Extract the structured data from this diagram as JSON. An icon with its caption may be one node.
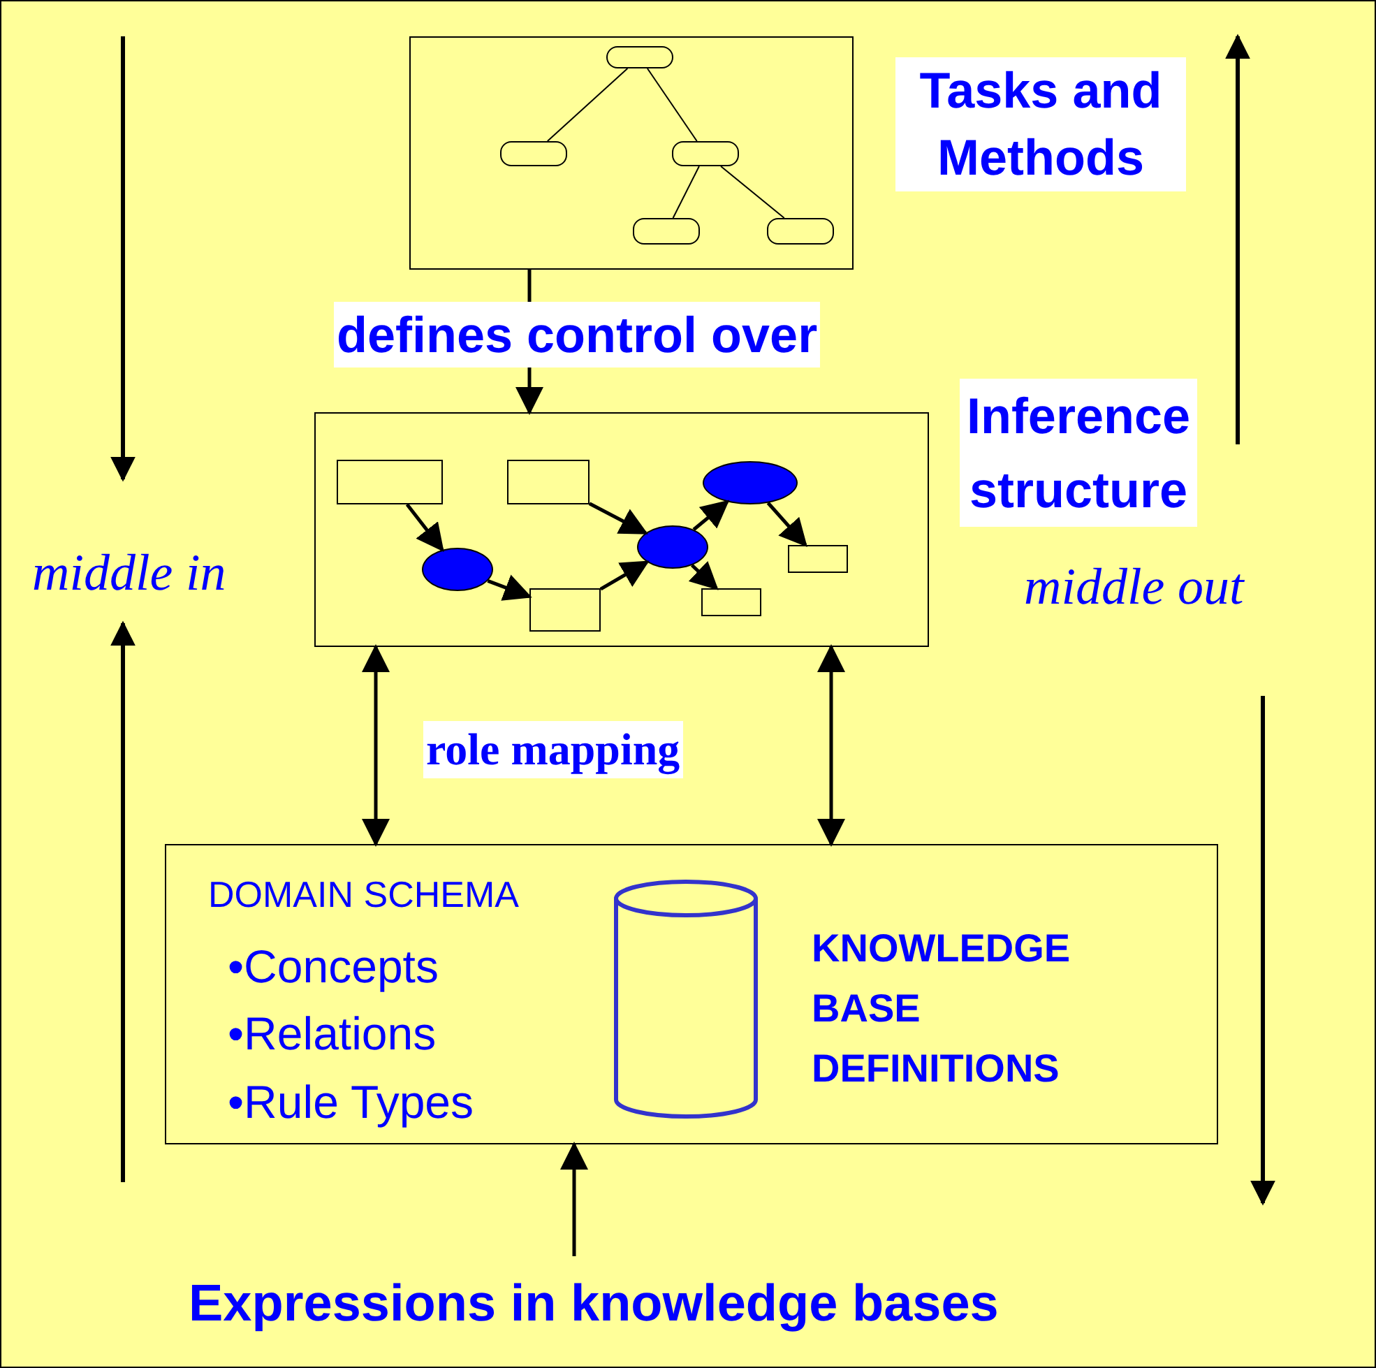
{
  "diagram": {
    "nodes": [
      {
        "text": [],
        "shape": "box"
      },
      {
        "text": [],
        "shape": "box",
        "in": 0
      },
      {
        "text": [],
        "shape": "box",
        "in": 0
      },
      {
        "text": [],
        "shape": "box",
        "in": 0
      },
      {
        "text": [],
        "shape": "box",
        "in": 0
      },
      {
        "text": [],
        "shape": "box",
        "in": 0
      },
      {
        "text": [],
        "shape": "box"
      },
      {
        "text": [],
        "shape": "box",
        "in": 6
      },
      {
        "text": [],
        "shape": "box",
        "in": 6
      },
      {
        "text": [],
        "shape": "ellipse",
        "in": 6
      },
      {
        "text": [],
        "shape": "box",
        "in": 6
      },
      {
        "text": [],
        "shape": "ellipse",
        "in": 6
      },
      {
        "text": [],
        "shape": "ellipse",
        "in": 6
      },
      {
        "text": [],
        "shape": "box",
        "in": 6
      },
      {
        "text": [],
        "shape": "box",
        "in": 6
      },
      {
        "text": [
          "DOMAIN SCHEMA",
          "•Concepts",
          "•Relations",
          "•Rule Types",
          "KNOWLEDGE BASE DEFINITIONS"
        ]
      },
      {
        "text": [],
        "shape": "cylinder",
        "in": 15
      },
      {
        "text": [
          "Expressions in knowledge bases"
        ]
      }
    ],
    "edges": [
      {
        "from": 1,
        "to": 2,
        "arrow": "none"
      },
      {
        "from": 1,
        "to": 3,
        "arrow": "none"
      },
      {
        "from": 3,
        "to": 4,
        "arrow": "none"
      },
      {
        "from": 3,
        "to": 5,
        "arrow": "none"
      },
      {
        "from": 7,
        "to": 9,
        "arrow": "to"
      },
      {
        "from": 9,
        "to": 10,
        "arrow": "to"
      },
      {
        "from": 10,
        "to": 11,
        "arrow": "to"
      },
      {
        "from": 8,
        "to": 11,
        "arrow": "to"
      },
      {
        "from": 11,
        "to": 12,
        "arrow": "to"
      },
      {
        "from": 12,
        "to": 13,
        "arrow": "to"
      },
      {
        "from": 11,
        "to": 14,
        "arrow": "to"
      },
      {
        "from": 0,
        "to": 6,
        "arrow": "to",
        "label": "defines control over"
      },
      {
        "from": 6,
        "to": 15,
        "arrow": "both"
      },
      {
        "from": 6,
        "to": 15,
        "arrow": "both"
      },
      {
        "from": 17,
        "to": 15,
        "arrow": "to"
      }
    ],
    "labels": [
      "Tasks and Methods",
      "Inference structure",
      "middle in",
      "middle out",
      "role mapping"
    ]
  }
}
